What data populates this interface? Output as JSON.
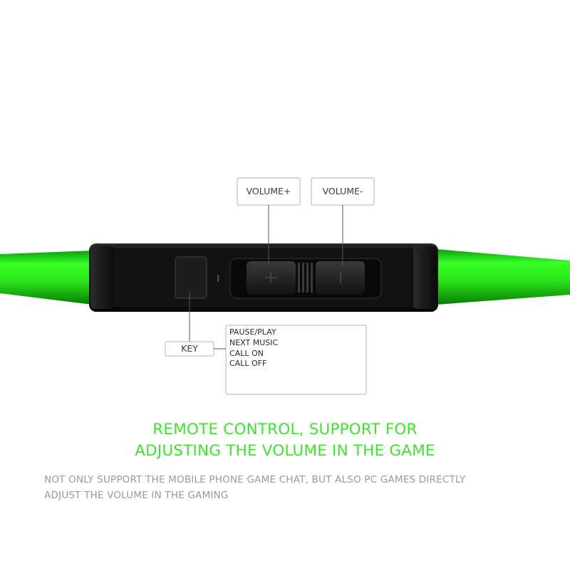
{
  "labels": {
    "volume_up": "VOLUME+",
    "volume_down": "VOLUME-",
    "key": "KEY"
  },
  "key_functions": [
    "PAUSE/PLAY",
    "NEXT MUSIC",
    "CALL ON",
    "CALL OFF"
  ],
  "headline": {
    "line1": "REMOTE CONTROL, SUPPORT FOR",
    "line2": "ADJUSTING THE VOLUME IN THE GAME"
  },
  "subtext": {
    "line1": "NOT ONLY SUPPORT THE MOBILE PHONE GAME CHAT, BUT ALSO PC GAMES DIRECTLY",
    "line2": "ADJUST THE VOLUME IN THE GAMING"
  },
  "colors": {
    "cable_green": "#2ee81a",
    "headline_green": "#3fe22e",
    "body_gray": "#9a9a9a",
    "remote_black": "#111111"
  },
  "icons": {
    "plus": "plus-icon",
    "minus": "minus-icon"
  }
}
